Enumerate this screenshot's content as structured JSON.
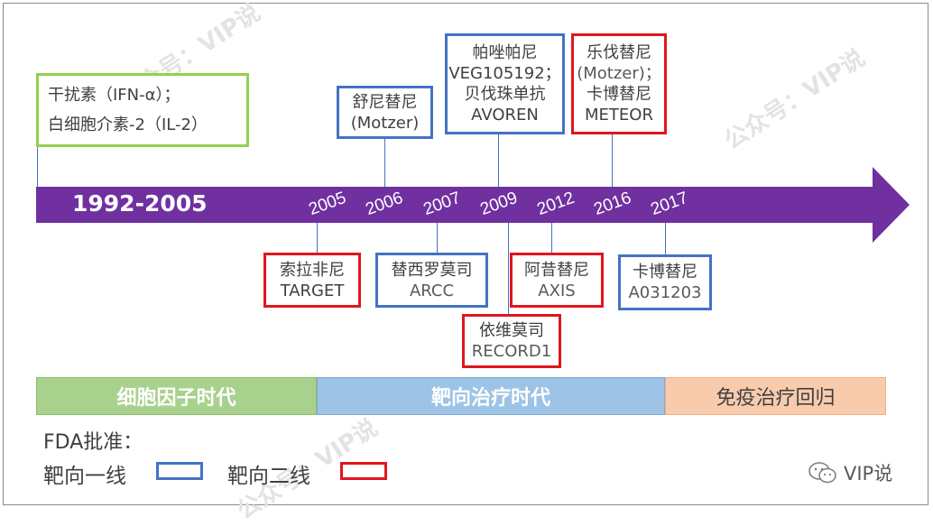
{
  "watermark": "公众号：VIP说",
  "timeline": {
    "start_label": "1992-2005",
    "years": [
      "2005",
      "2006",
      "2007",
      "2009",
      "2012",
      "2016",
      "2017"
    ],
    "color": "#7030a0"
  },
  "boxes_above": [
    {
      "lines": [
        "干扰素（IFN-α）；",
        "白细胞介素-2（IL-2）"
      ],
      "type": "green"
    },
    {
      "lines": [
        "舒尼替尼",
        "(Motzer)"
      ],
      "type": "first-line"
    },
    {
      "lines": [
        "帕唑帕尼",
        "VEG105192；",
        "贝伐珠单抗",
        "AVOREN"
      ],
      "type": "first-line"
    },
    {
      "lines": [
        "乐伐替尼",
        "(Motzer)；",
        "卡博替尼",
        "METEOR"
      ],
      "type": "second-line"
    }
  ],
  "boxes_below": [
    {
      "lines": [
        "索拉非尼",
        "TARGET"
      ],
      "type": "second-line"
    },
    {
      "lines": [
        "替西罗莫司",
        "ARCC"
      ],
      "type": "first-line"
    },
    {
      "lines": [
        "依维莫司",
        "RECORD1"
      ],
      "type": "second-line"
    },
    {
      "lines": [
        "阿昔替尼",
        "AXIS"
      ],
      "type": "second-line"
    },
    {
      "lines": [
        "卡博替尼",
        "A031203"
      ],
      "type": "first-line"
    }
  ],
  "eras": [
    {
      "label": "细胞因子时代",
      "color": "#a9d18e"
    },
    {
      "label": "靶向治疗时代",
      "color": "#9dc3e6"
    },
    {
      "label": "免疫治疗回归",
      "color": "#f8cbad"
    }
  ],
  "legend": {
    "title": "FDA批准：",
    "first_line": "靶向一线",
    "second_line": "靶向二线",
    "first_color": "#4472c4",
    "second_color": "#e0161e"
  },
  "brand": {
    "icon": "wechat-icon",
    "text": "VIP说"
  }
}
